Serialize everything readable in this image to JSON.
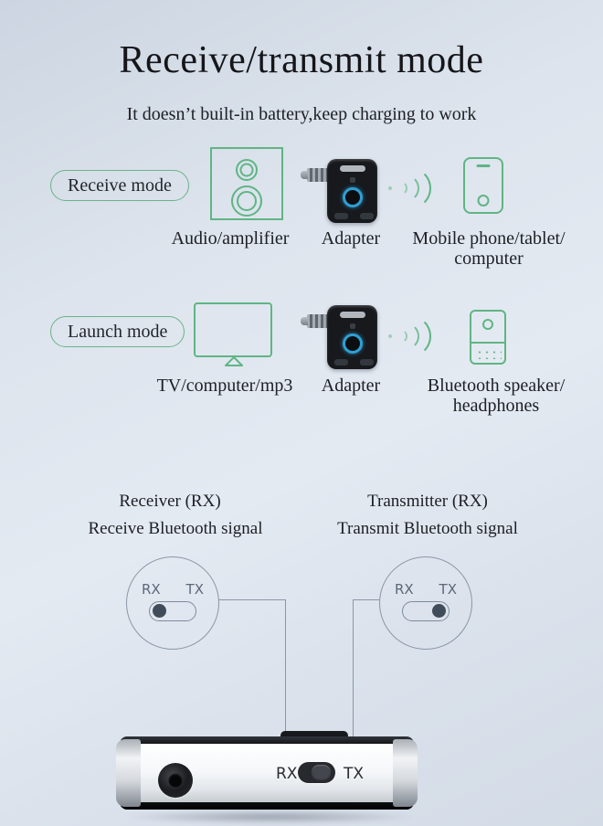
{
  "page": {
    "title": "Receive/transmit mode",
    "subtitle": "It doesn’t built-in battery,keep charging to work"
  },
  "receive_row": {
    "mode": "Receive mode",
    "source": "Audio/amplifier",
    "adapter": "Adapter",
    "target": "Mobile phone/tablet/\ncomputer"
  },
  "launch_row": {
    "mode": "Launch mode",
    "source": "TV/computer/mp3",
    "adapter": "Adapter",
    "target": "Bluetooth speaker/\nheadphones"
  },
  "modes": {
    "receiver": {
      "title": "Receiver (RX)",
      "subtitle": "Receive Bluetooth signal",
      "rx": "RX",
      "tx": "TX",
      "active": "rx"
    },
    "transmitter": {
      "title": "Transmitter (RX)",
      "subtitle": "Transmit Bluetooth signal",
      "rx": "RX",
      "tx": "TX",
      "active": "tx"
    }
  },
  "product": {
    "rx": "RX",
    "tx": "TX"
  },
  "colors": {
    "green": "#5fb584",
    "outline": "#8a96a6",
    "led_blue": "#2e9fd4"
  }
}
